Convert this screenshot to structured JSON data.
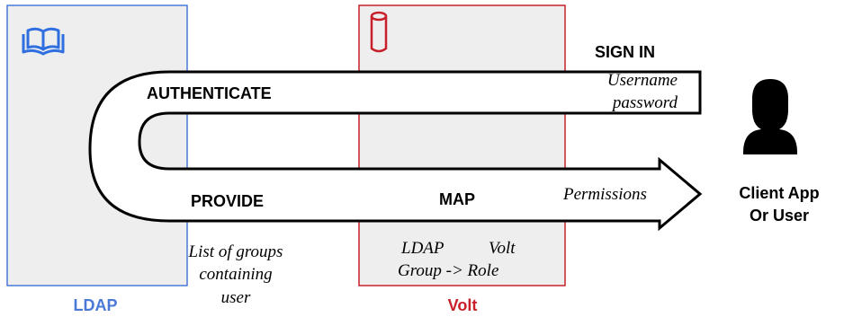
{
  "colors": {
    "ldap": "#4a7ad6",
    "volt": "#c8202a",
    "ldap_box_fill": "#eeeeee",
    "volt_box_fill": "#eeeeee",
    "arrow_stroke": "#000000",
    "arrow_fill": "#ffffff",
    "text": "#000000",
    "user_icon": "#000000"
  },
  "ldap": {
    "label": "LDAP",
    "icon": "book-icon",
    "note_lines": [
      "List of groups",
      "containing",
      "user"
    ]
  },
  "volt": {
    "label": "Volt",
    "icon": "database-icon",
    "mapping_lines": [
      "LDAP       Volt",
      "Group -> Role"
    ]
  },
  "flow": {
    "sign_in": "SIGN IN",
    "credentials_lines": [
      "Username",
      "password"
    ],
    "authenticate": "AUTHENTICATE",
    "provide": "PROVIDE",
    "map": "MAP",
    "permissions": "Permissions"
  },
  "client": {
    "icon": "user-icon",
    "label_lines": [
      "Client App",
      "Or User"
    ]
  }
}
